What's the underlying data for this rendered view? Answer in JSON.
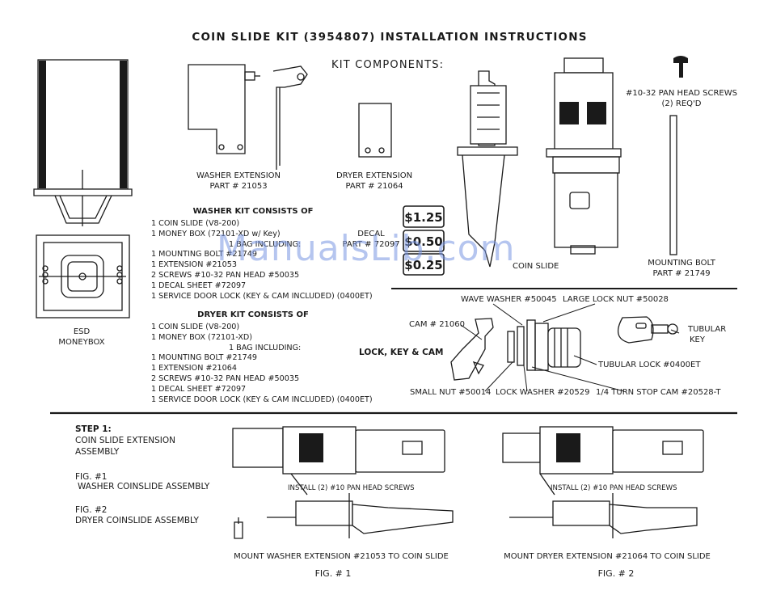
{
  "title": "COIN SLIDE KIT (3954807) INSTALLATION INSTRUCTIONS",
  "kit_components_label": "KIT COMPONENTS:",
  "moneybox": {
    "line1": "ESD",
    "line2": "MONEYBOX"
  },
  "washer_extension": {
    "name": "WASHER EXTENSION",
    "part": "PART # 21053"
  },
  "dryer_extension": {
    "name": "DRYER EXTENSION",
    "part": "PART # 21064"
  },
  "decal": {
    "name": "DECAL",
    "part": "PART # 72097",
    "prices": [
      "$1.25",
      "$0.50",
      "$0.25"
    ]
  },
  "coin_slide_label": "COIN SLIDE",
  "screws": {
    "name": "#10-32 PAN HEAD SCREWS",
    "qty": "(2) REQ'D"
  },
  "mounting_bolt": {
    "name": "MOUNTING BOLT",
    "part": "PART # 21749"
  },
  "washer_kit": {
    "heading": "WASHER KIT CONSISTS OF",
    "items": [
      "1 COIN SLIDE (V8-200)",
      "1 MONEY BOX (72101-XD w/ Key)",
      "1 BAG INCLUDING:",
      "1 MOUNTING BOLT #21749",
      "1 EXTENSION #21053",
      "2 SCREWS #10-32 PAN HEAD #50035",
      "1 DECAL SHEET #72097",
      "1 SERVICE DOOR LOCK (KEY & CAM INCLUDED) (0400ET)"
    ]
  },
  "dryer_kit": {
    "heading": "DRYER KIT CONSISTS OF",
    "items": [
      "1 COIN SLIDE (V8-200)",
      "1 MONEY BOX (72101-XD)",
      "1 BAG INCLUDING:",
      "1 MOUNTING BOLT #21749",
      "1 EXTENSION #21064",
      "2 SCREWS #10-32 PAN HEAD #50035",
      "1 DECAL SHEET #72097",
      "1 SERVICE DOOR LOCK (KEY & CAM INCLUDED) (0400ET)"
    ]
  },
  "lock": {
    "heading": "LOCK, KEY & CAM",
    "wave_washer": "WAVE WASHER #50045",
    "large_nut": "LARGE LOCK NUT #50028",
    "cam": "CAM # 21060",
    "tubular_key": "TUBULAR",
    "tubular_key2": "KEY",
    "tubular_lock": "TUBULAR LOCK #0400ET",
    "small_nut": "SMALL NUT #50014",
    "lock_washer": "LOCK WASHER #20529",
    "stop_cam": "1/4 TURN STOP CAM #20528-T"
  },
  "step1": {
    "heading": "STEP 1:",
    "line1": "COIN SLIDE EXTENSION",
    "line2": "ASSEMBLY",
    "fig1_label": "FIG. #1",
    "fig1_desc": "WASHER COINSLIDE ASSEMBLY",
    "fig2_label": "FIG. #2",
    "fig2_desc": "DRYER COINSLIDE ASSEMBLY"
  },
  "fig1": {
    "install": "INSTALL (2) #10 PAN HEAD SCREWS",
    "mount": "MOUNT WASHER EXTENSION #21053 TO COIN SLIDE",
    "caption": "FIG. # 1"
  },
  "fig2": {
    "install": "INSTALL (2) #10 PAN HEAD SCREWS",
    "mount": "MOUNT DRYER EXTENSION #21064 TO COIN SLIDE",
    "caption": "FIG. # 2"
  },
  "watermark": "ManualsLib.com"
}
